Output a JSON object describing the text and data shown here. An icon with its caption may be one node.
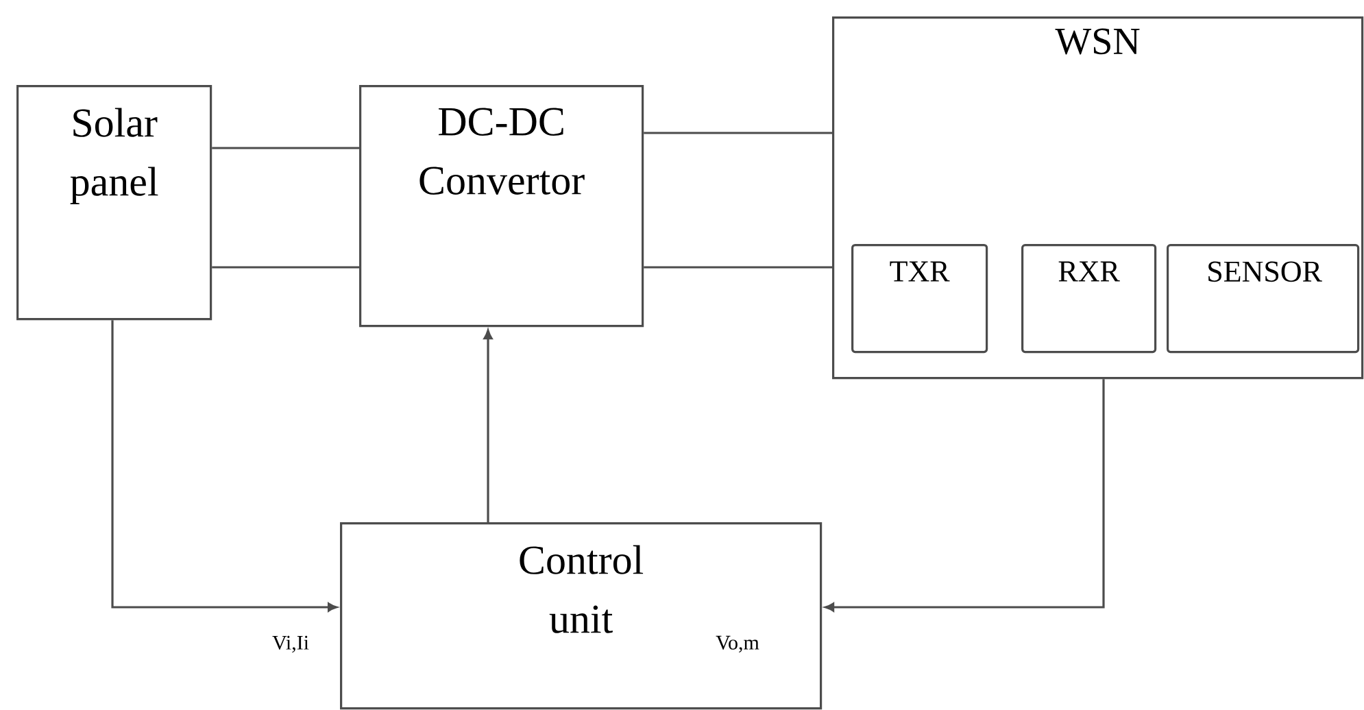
{
  "diagram": {
    "nodes": [
      {
        "text": [
          "Solar panel"
        ]
      },
      {
        "text": [
          "DC-DC Convertor"
        ]
      },
      {
        "text": [
          "WSN"
        ]
      },
      {
        "text": [
          "TXR"
        ],
        "in": 2
      },
      {
        "text": [
          "RXR"
        ],
        "in": 2
      },
      {
        "text": [
          "SENSOR"
        ],
        "in": 2
      },
      {
        "text": [
          "Control unit"
        ]
      }
    ],
    "edges": [
      {
        "from": 0,
        "to": 1,
        "arrow": "none"
      },
      {
        "from": 0,
        "to": 1,
        "arrow": "none"
      },
      {
        "from": 1,
        "to": 2,
        "arrow": "none"
      },
      {
        "from": 1,
        "to": 2,
        "arrow": "none"
      },
      {
        "from": 6,
        "to": 1,
        "arrow": "to"
      },
      {
        "from": 0,
        "to": 6,
        "arrow": "to"
      },
      {
        "from": 2,
        "to": 6,
        "arrow": "to"
      }
    ],
    "labels": [
      "Vi,Ii",
      "Vo,m"
    ]
  }
}
